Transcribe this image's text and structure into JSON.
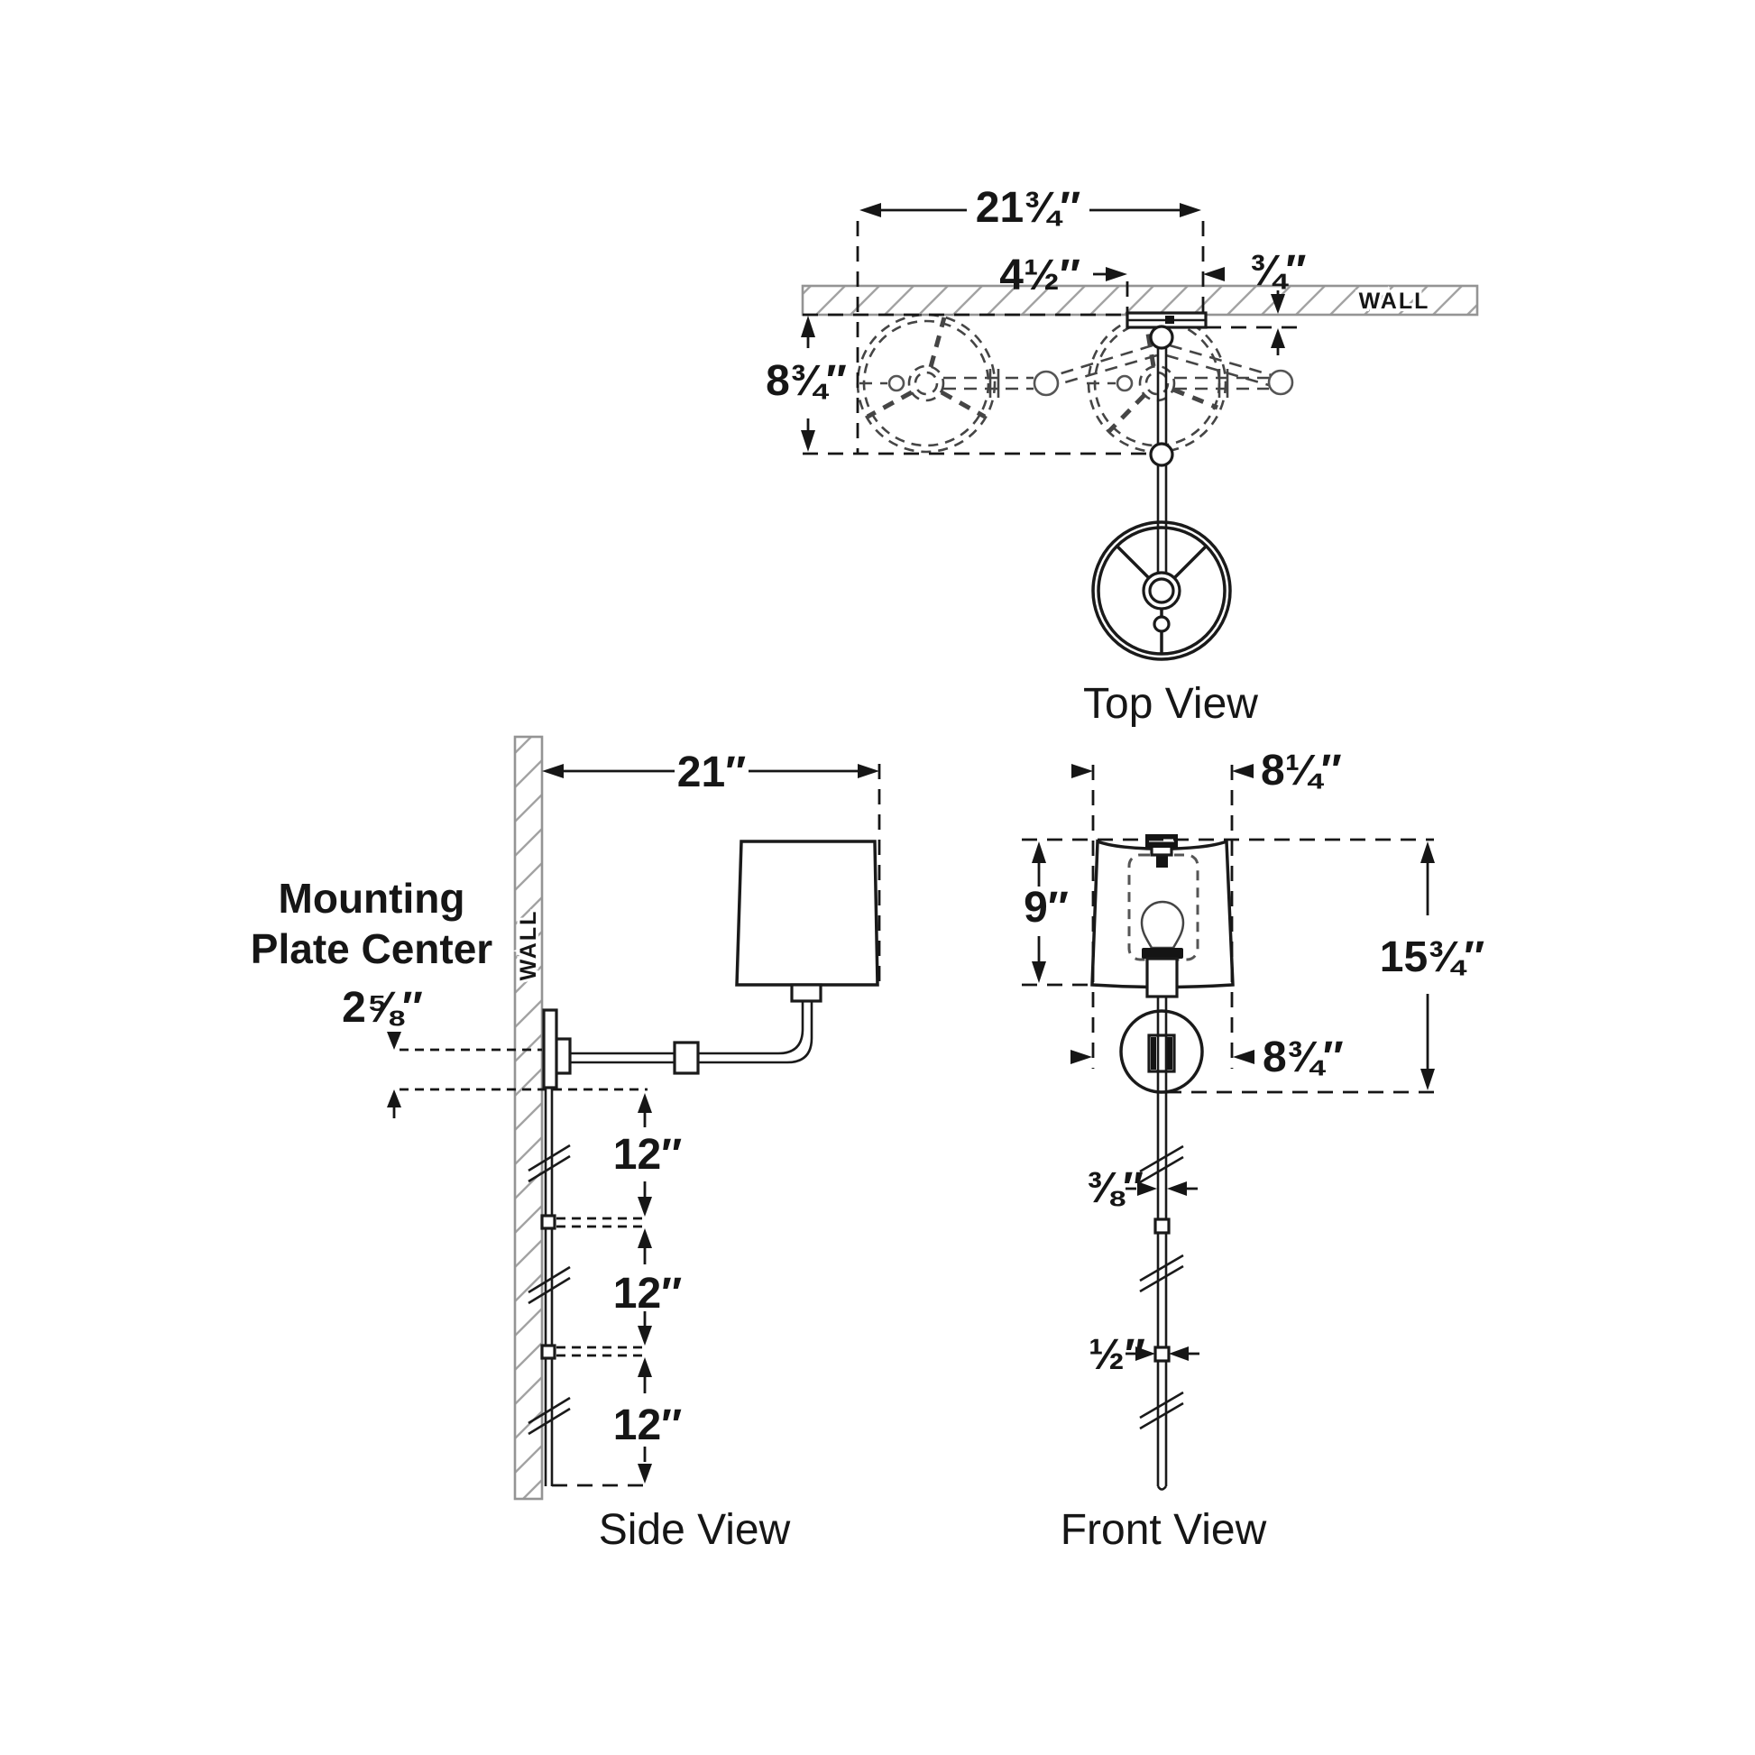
{
  "drawing": {
    "views": {
      "top": {
        "label": "Top View",
        "wall_label": "WALL",
        "dim_overall_width": "21¾″",
        "dim_backplate_width": "4½″",
        "dim_plate_thickness": "¾″",
        "dim_projection_depth": "8¾″"
      },
      "side": {
        "label": "Side View",
        "wall_label": "WALL",
        "annotation_line1": "Mounting",
        "annotation_line2": "Plate Center",
        "dim_mount_offset": "2⅝″",
        "dim_extension": "21″",
        "dim_rod_segments": [
          "12″",
          "12″",
          "12″"
        ]
      },
      "front": {
        "label": "Front View",
        "dim_shade_top_width": "8¼″",
        "dim_shade_height": "9″",
        "dim_fixture_height": "15¾″",
        "dim_shade_bottom_width": "8¾″",
        "dim_rod_width_upper": "⅜″",
        "dim_rod_width_lower": "½″"
      }
    },
    "colors": {
      "line": "#1a1a1a",
      "dimension": "#161616",
      "wall": "#949494",
      "wall_text": "#7a7a7a",
      "ghost": "#454545",
      "background": "#ffffff"
    }
  }
}
